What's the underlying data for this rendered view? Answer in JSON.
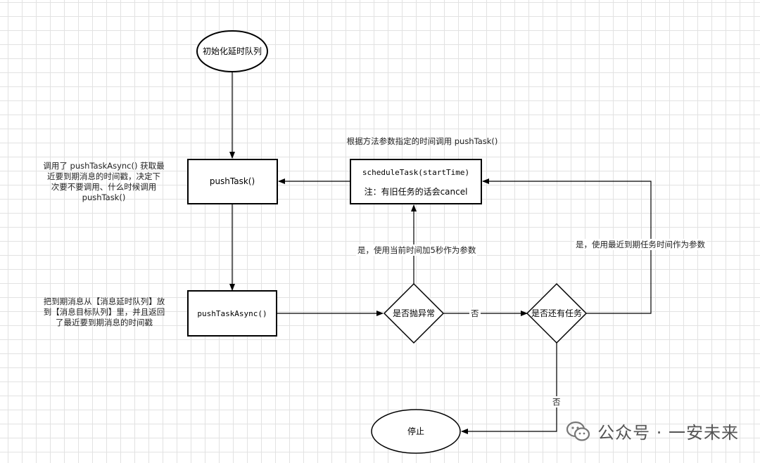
{
  "nodes": {
    "start": "初始化延时队列",
    "push_task": "pushTask()",
    "schedule_task_line1": "scheduleTask(startTime)",
    "schedule_task_line2": "注：有旧任务的话会cancel",
    "push_task_async": "pushTaskAsync()",
    "decision_exception": "是否抛异常",
    "decision_has_task": "是否还有任务",
    "stop": "停止"
  },
  "notes": {
    "push_task_note": [
      "调用了 pushTaskAsync() 获取最",
      "近要到期消息的时间戳，决定下",
      "次要不要调用、什么时候调用",
      "pushTask()"
    ],
    "push_task_async_note": [
      "把到期消息从【消息延时队列】放",
      "到【消息目标队列】里，并且返回",
      "了最近要到期消息的时间戳"
    ],
    "schedule_note": "根据方法参数指定的时间调用 pushTask()"
  },
  "edge_labels": {
    "exception_yes": "是，使用当前时间加5秒作为参数",
    "exception_no": "否",
    "has_task_yes": "是，使用最近到期任务时间作为参数",
    "has_task_no": "否"
  },
  "watermark": {
    "text": "公众号 · 一安未来",
    "icon": "wechat-icon"
  }
}
